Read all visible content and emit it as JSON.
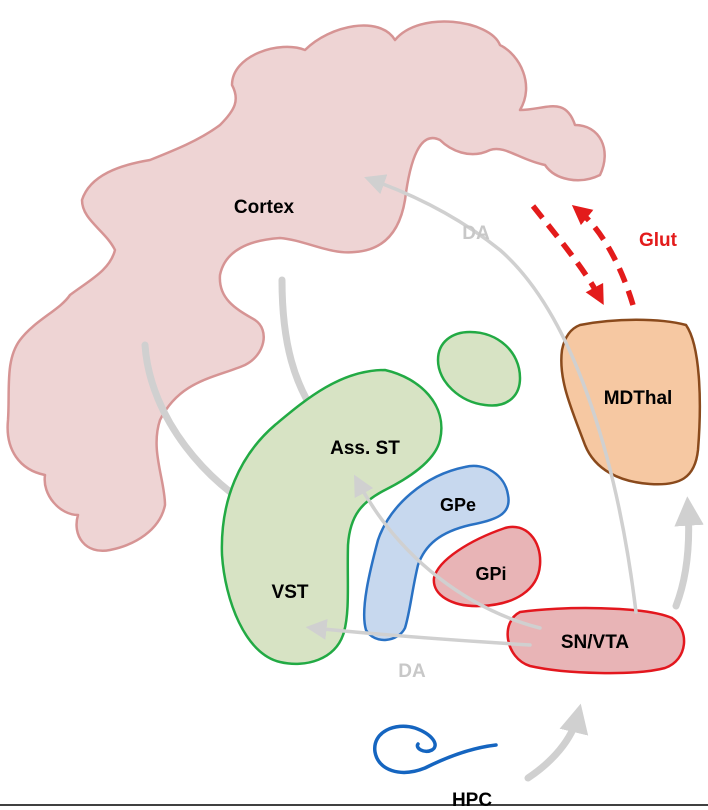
{
  "labels": {
    "cortex": "Cortex",
    "ass_st": "Ass. ST",
    "vst": "VST",
    "gpe": "GPe",
    "gpi": "GPi",
    "sn_vta": "SN/VTA",
    "mdthal": "MDThal",
    "hpc": "HPC",
    "da_top": "DA",
    "da_bottom": "DA",
    "glut": "Glut"
  },
  "colors": {
    "cortex_fill": "#eed4d4",
    "cortex_stroke": "#d69494",
    "striatum_fill": "#d7e3c4",
    "striatum_stroke": "#22aa44",
    "gpe_fill": "#c7d8ee",
    "gpe_stroke": "#2a72c4",
    "red_fill": "#e8b4b6",
    "red_stroke": "#e3171e",
    "thal_fill": "#f6c8a2",
    "thal_stroke": "#8a4a1c",
    "hpc_stroke": "#1565c0",
    "arrow_gray": "#d0d0d0",
    "da_text": "#c8c8c8",
    "glut_red": "#e31b1b"
  }
}
